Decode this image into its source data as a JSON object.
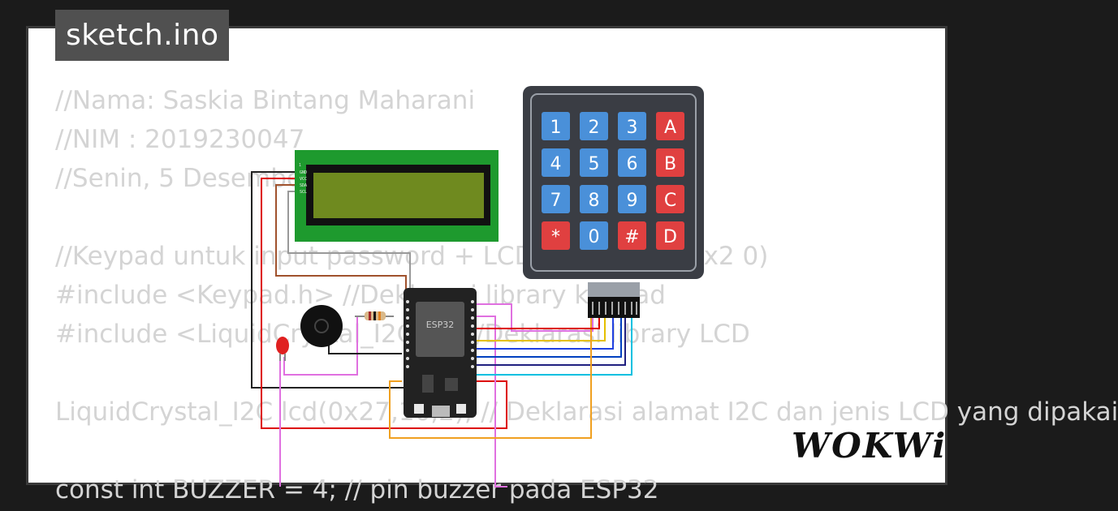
{
  "tab": {
    "title": "sketch.ino"
  },
  "code_lines": [
    "//Nama: Saskia Bintang Maharani",
    "//NIM : 2019230047",
    "//Senin, 5 Desember 2022",
    "",
    "//Keypad untuk input password + LCD (I2C 0x27 16x2 0)",
    "#include <Keypad.h> //Deklarasi library keypad",
    "#include <LiquidCrystal_I2C.h> //Deklarasi library LCD",
    "",
    "LiquidCrystal_I2C lcd(0x27,16,2); // Deklarasi alamat I2C dan jenis LCD yang dipakai",
    "",
    "const int BUZZER = 4; // pin buzzer pada ESP32"
  ],
  "keypad": {
    "keys": [
      "1",
      "2",
      "3",
      "A",
      "4",
      "5",
      "6",
      "B",
      "7",
      "8",
      "9",
      "C",
      "*",
      "0",
      "#",
      "D"
    ],
    "colors": {
      "digit": "#4a90d9",
      "letter": "#e04040"
    }
  },
  "esp32": {
    "label": "ESP32"
  },
  "lcd": {
    "pins": [
      "GND",
      "VCC",
      "SDA",
      "SCL"
    ]
  },
  "brand": {
    "logo": "WOKWi"
  }
}
